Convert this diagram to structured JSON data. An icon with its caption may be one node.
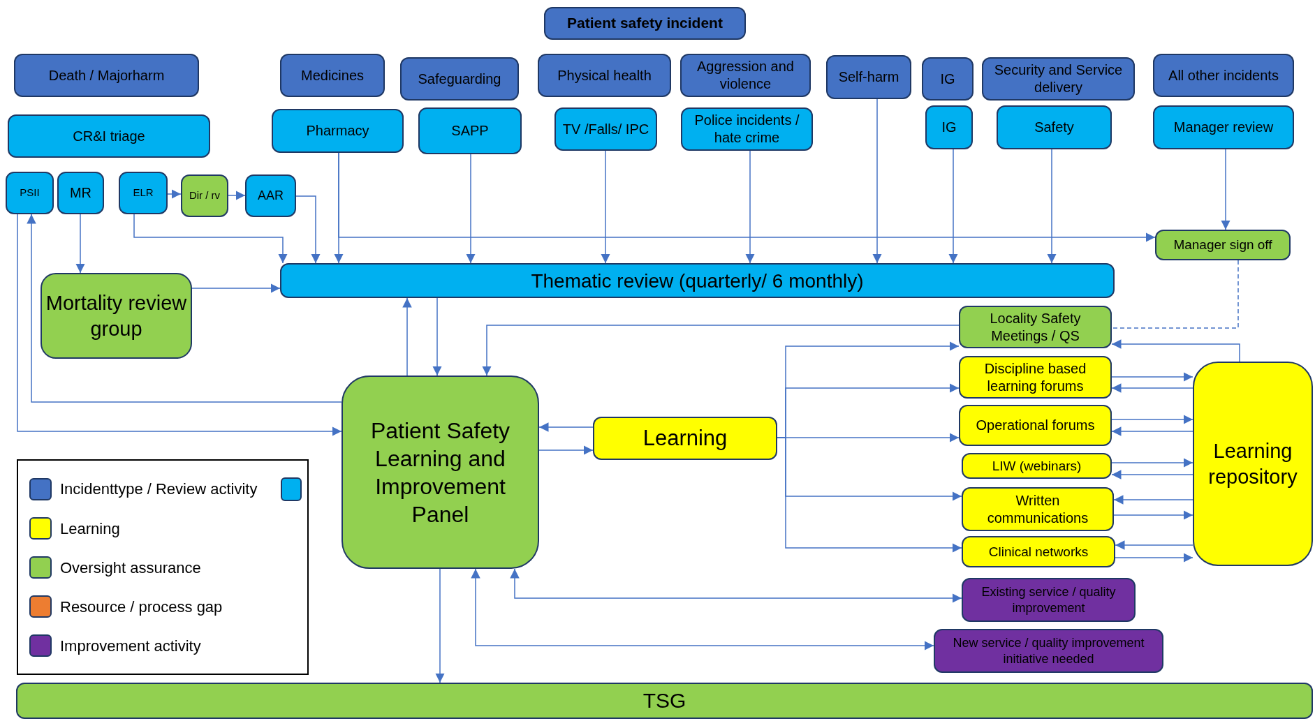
{
  "diagram": {
    "nodes": [
      {
        "text": [
          "Patient safety incident"
        ]
      },
      {
        "text": [
          "Death / Majorharm"
        ]
      },
      {
        "text": [
          "Medicines"
        ]
      },
      {
        "text": [
          "Safeguarding"
        ]
      },
      {
        "text": [
          "Physical health"
        ]
      },
      {
        "text": [
          "Aggression and violence"
        ]
      },
      {
        "text": [
          "Self-harm"
        ]
      },
      {
        "text": [
          "IG"
        ]
      },
      {
        "text": [
          "Security and Service delivery"
        ]
      },
      {
        "text": [
          "All other incidents"
        ]
      },
      {
        "text": [
          "CR&I triage"
        ]
      },
      {
        "text": [
          "Pharmacy"
        ]
      },
      {
        "text": [
          "SAPP"
        ]
      },
      {
        "text": [
          "TV /Falls/ IPC"
        ]
      },
      {
        "text": [
          "Police incidents / hate crime"
        ]
      },
      {
        "text": [
          "IG"
        ]
      },
      {
        "text": [
          "Safety"
        ]
      },
      {
        "text": [
          "Manager review"
        ]
      },
      {
        "text": [
          "PSII"
        ]
      },
      {
        "text": [
          "MR"
        ]
      },
      {
        "text": [
          "ELR"
        ]
      },
      {
        "text": [
          "Dir / rv"
        ]
      },
      {
        "text": [
          "AAR"
        ]
      },
      {
        "text": [
          "Manager sign off"
        ]
      },
      {
        "text": [
          "Mortality review group"
        ]
      },
      {
        "text": [
          "Thematic review (quarterly/ 6 monthly)"
        ]
      },
      {
        "text": [
          "Locality Safety Meetings / QS"
        ]
      },
      {
        "text": [
          "Discipline based learning forums"
        ]
      },
      {
        "text": [
          "Operational forums"
        ]
      },
      {
        "text": [
          "LIW (webinars)"
        ]
      },
      {
        "text": [
          "Written communications"
        ]
      },
      {
        "text": [
          "Clinical networks"
        ]
      },
      {
        "text": [
          "Learning repository"
        ]
      },
      {
        "text": [
          "Patient Safety Learning and Improvement Panel"
        ]
      },
      {
        "text": [
          "Learning"
        ]
      },
      {
        "text": [
          "Existing service / quality improvement"
        ]
      },
      {
        "text": [
          "New service / quality improvement initiative needed"
        ]
      },
      {
        "text": [
          "TSG"
        ]
      }
    ],
    "edges": [
      {
        "from": 18,
        "to": 33,
        "arrow": "to"
      },
      {
        "from": 33,
        "to": 18,
        "arrow": "to"
      },
      {
        "from": 19,
        "to": 24,
        "arrow": "to"
      },
      {
        "from": 20,
        "to": 21,
        "arrow": "to"
      },
      {
        "from": 21,
        "to": 22,
        "arrow": "to"
      },
      {
        "from": 20,
        "to": 25,
        "arrow": "to"
      },
      {
        "from": 22,
        "to": 25,
        "arrow": "to"
      },
      {
        "from": 11,
        "to": 25,
        "arrow": "to"
      },
      {
        "from": 11,
        "to": 23,
        "arrow": "to"
      },
      {
        "from": 12,
        "to": 25,
        "arrow": "to"
      },
      {
        "from": 13,
        "to": 25,
        "arrow": "to"
      },
      {
        "from": 14,
        "to": 25,
        "arrow": "to"
      },
      {
        "from": 6,
        "to": 25,
        "arrow": "to"
      },
      {
        "from": 15,
        "to": 25,
        "arrow": "to"
      },
      {
        "from": 16,
        "to": 25,
        "arrow": "to"
      },
      {
        "from": 17,
        "to": 23,
        "arrow": "to"
      },
      {
        "from": 24,
        "to": 25,
        "arrow": "to"
      },
      {
        "from": 23,
        "to": 26,
        "arrow": "none",
        "style": "dashed"
      },
      {
        "from": 33,
        "to": 25,
        "arrow": "to"
      },
      {
        "from": 25,
        "to": 33,
        "arrow": "to"
      },
      {
        "from": 26,
        "to": 33,
        "arrow": "to"
      },
      {
        "from": 34,
        "to": 33,
        "arrow": "to"
      },
      {
        "from": 33,
        "to": 34,
        "arrow": "to"
      },
      {
        "from": 34,
        "to": 26,
        "arrow": "to"
      },
      {
        "from": 34,
        "to": 27,
        "arrow": "to"
      },
      {
        "from": 34,
        "to": 28,
        "arrow": "to"
      },
      {
        "from": 34,
        "to": 30,
        "arrow": "to"
      },
      {
        "from": 34,
        "to": 31,
        "arrow": "to"
      },
      {
        "from": 33,
        "to": 35,
        "arrow": "both"
      },
      {
        "from": 33,
        "to": 36,
        "arrow": "both"
      },
      {
        "from": 33,
        "to": 37,
        "arrow": "to"
      },
      {
        "from": 32,
        "to": 26,
        "arrow": "to"
      },
      {
        "from": 27,
        "to": 32,
        "arrow": "to"
      },
      {
        "from": 32,
        "to": 27,
        "arrow": "to"
      },
      {
        "from": 28,
        "to": 32,
        "arrow": "to"
      },
      {
        "from": 32,
        "to": 28,
        "arrow": "to"
      },
      {
        "from": 29,
        "to": 32,
        "arrow": "to"
      },
      {
        "from": 32,
        "to": 29,
        "arrow": "to"
      },
      {
        "from": 32,
        "to": 30,
        "arrow": "to"
      },
      {
        "from": 30,
        "to": 32,
        "arrow": "to"
      },
      {
        "from": 32,
        "to": 31,
        "arrow": "to"
      },
      {
        "from": 31,
        "to": 32,
        "arrow": "to"
      }
    ],
    "legend": [
      {
        "text": "Incidenttype / Review activity",
        "color": "#4472c4"
      },
      {
        "text": "Learning",
        "color": "#ffff00"
      },
      {
        "text": "Oversight assurance",
        "color": "#92d050"
      },
      {
        "text": "Resource / process gap",
        "color": "#ed7d31"
      },
      {
        "text": "Improvement activity",
        "color": "#7030a0"
      }
    ]
  }
}
